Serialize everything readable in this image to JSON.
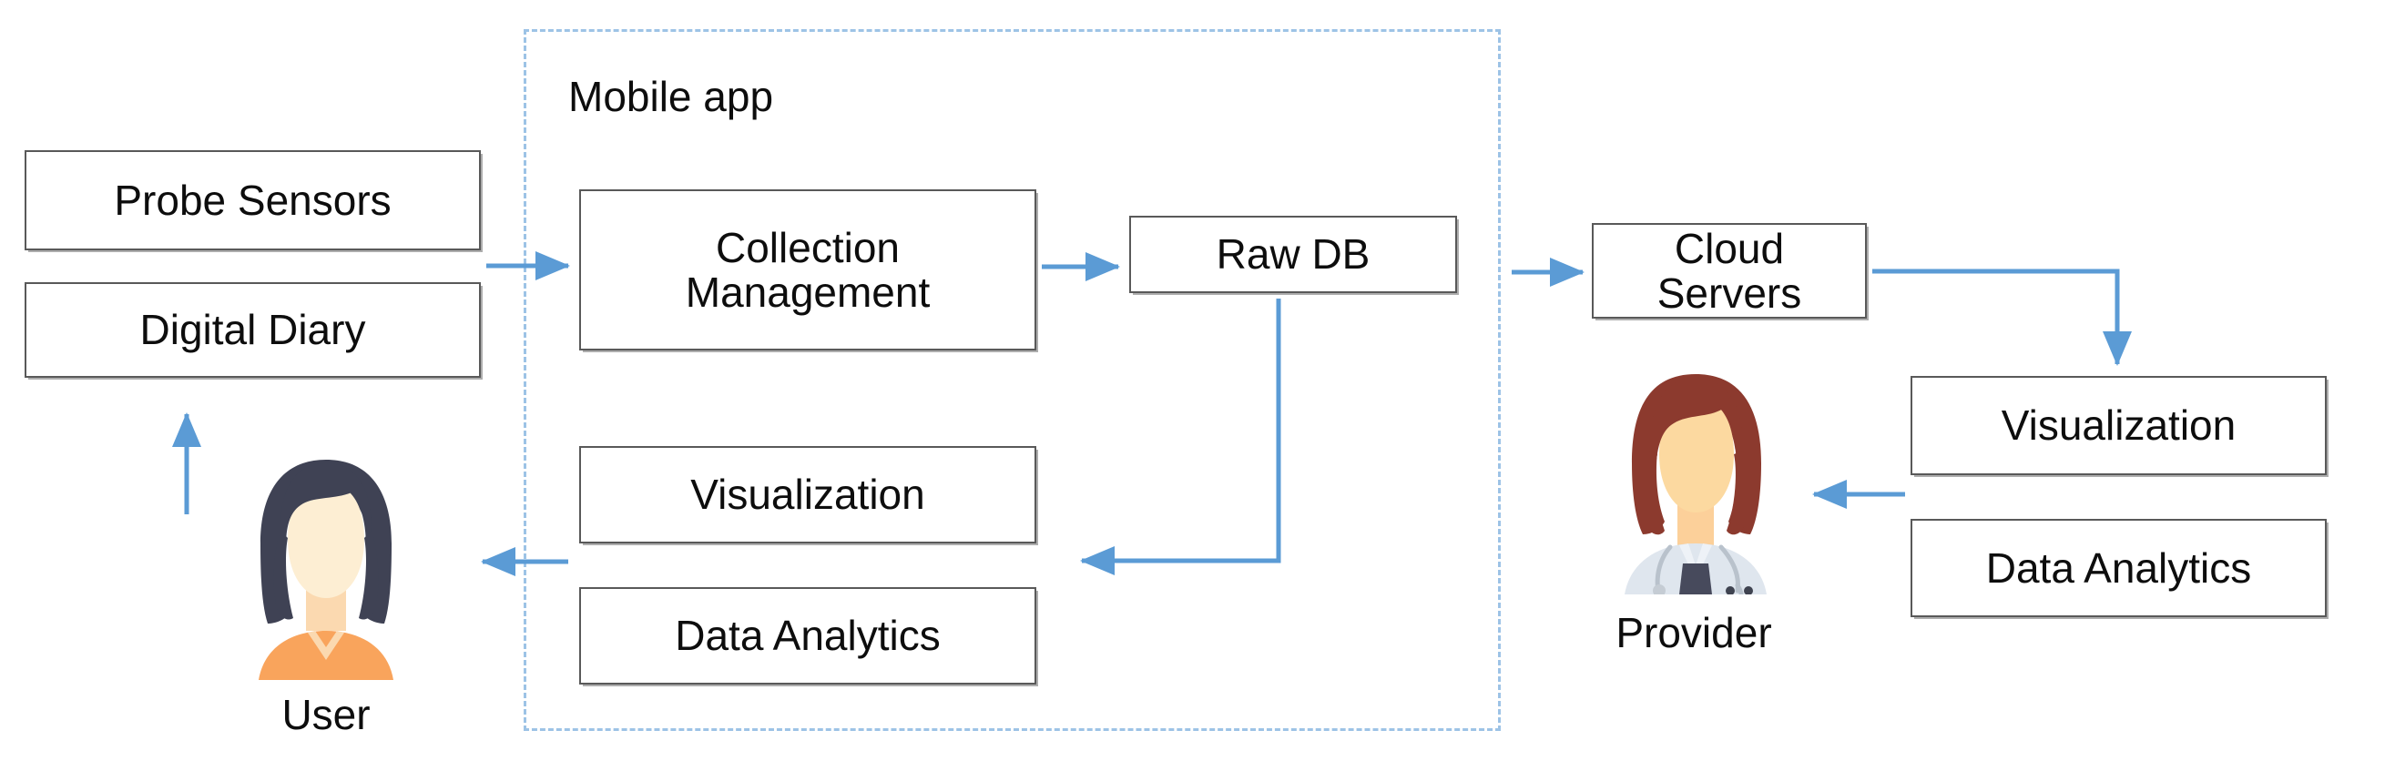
{
  "diagram": {
    "title": "Mobile app",
    "accent_color": "#5b9bd5",
    "box_border_color": "#595959",
    "dashed_border_color": "#9dc3e6",
    "text_color": "#0d0d0d"
  },
  "regions": {
    "mobile_app": {
      "label": "Mobile app"
    }
  },
  "boxes": {
    "probe_sensors": {
      "label": "Probe Sensors"
    },
    "digital_diary": {
      "label": "Digital Diary"
    },
    "collection_management": {
      "label": "Collection\nManagement"
    },
    "raw_db": {
      "label": "Raw DB"
    },
    "app_visualization": {
      "label": "Visualization"
    },
    "app_data_analytics": {
      "label": "Data Analytics"
    },
    "cloud_servers": {
      "label": "Cloud Servers"
    },
    "provider_visualization": {
      "label": "Visualization"
    },
    "provider_data_analytics": {
      "label": "Data Analytics"
    }
  },
  "actors": {
    "user": {
      "caption": "User",
      "hair_color": "#3f4254",
      "skin_color": "#fdeacd",
      "clothing_color": "#f9a45c"
    },
    "provider": {
      "caption": "Provider",
      "hair_color": "#8c3a2e",
      "skin_color": "#fcd9a0",
      "coat_color": "#dfe6ee",
      "scrub_color": "#474a5c"
    }
  },
  "flows": [
    {
      "name": "inputs-to-collection",
      "from": "Probe Sensors / Digital Diary",
      "to": "Collection Management"
    },
    {
      "name": "collection-to-rawdb",
      "from": "Collection Management",
      "to": "Raw DB"
    },
    {
      "name": "rawdb-to-cloud",
      "from": "Raw DB",
      "to": "Cloud Servers"
    },
    {
      "name": "rawdb-to-app-analytics",
      "from": "Raw DB",
      "to": "Visualization / Data Analytics"
    },
    {
      "name": "app-analytics-to-user",
      "from": "Visualization / Data Analytics",
      "to": "User"
    },
    {
      "name": "user-to-digital-diary",
      "from": "User",
      "to": "Digital Diary"
    },
    {
      "name": "cloud-to-provider-visualization",
      "from": "Cloud Servers",
      "to": "Visualization"
    },
    {
      "name": "provider-analytics-to-provider",
      "from": "Visualization / Data Analytics",
      "to": "Provider"
    }
  ]
}
